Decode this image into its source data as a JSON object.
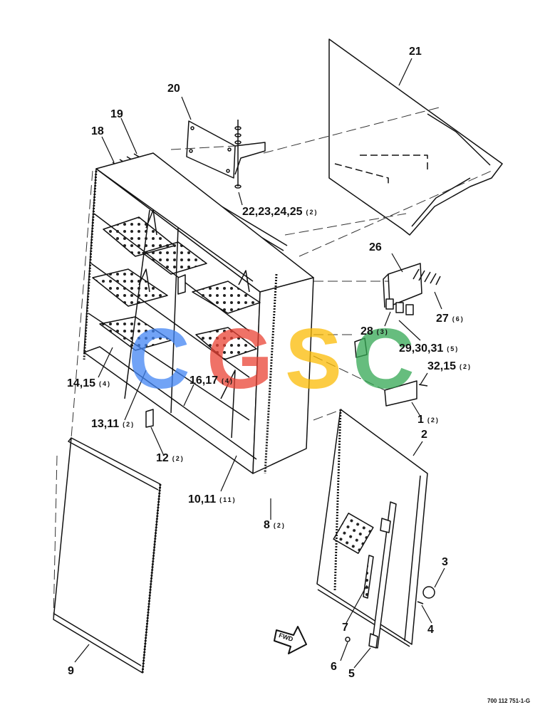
{
  "labels": {
    "l21": {
      "num": "21",
      "qty": ""
    },
    "l20": {
      "num": "20",
      "qty": ""
    },
    "l19": {
      "num": "19",
      "qty": ""
    },
    "l18": {
      "num": "18",
      "qty": ""
    },
    "l22": {
      "num": "22,23,24,25",
      "qty": "(2)"
    },
    "l26": {
      "num": "26",
      "qty": ""
    },
    "l27": {
      "num": "27",
      "qty": "(6)"
    },
    "l28": {
      "num": "28",
      "qty": "(3)"
    },
    "l29": {
      "num": "29,30,31",
      "qty": "(5)"
    },
    "l32": {
      "num": "32,15",
      "qty": "(2)"
    },
    "l14": {
      "num": "14,15",
      "qty": "(4)"
    },
    "l16": {
      "num": "16,17",
      "qty": "(4)"
    },
    "l13": {
      "num": "13,11",
      "qty": "(2)"
    },
    "l1": {
      "num": "1",
      "qty": "(2)"
    },
    "l2": {
      "num": "2",
      "qty": ""
    },
    "l12": {
      "num": "12",
      "qty": "(2)"
    },
    "l10": {
      "num": "10,11",
      "qty": "(11)"
    },
    "l8": {
      "num": "8",
      "qty": "(2)"
    },
    "l3": {
      "num": "3",
      "qty": ""
    },
    "l4": {
      "num": "4",
      "qty": ""
    },
    "l7": {
      "num": "7",
      "qty": ""
    },
    "l9": {
      "num": "9",
      "qty": ""
    },
    "l6": {
      "num": "6",
      "qty": ""
    },
    "l5": {
      "num": "5",
      "qty": ""
    }
  },
  "fwd_label": "FWD",
  "figure_number": "700 112 751-1-G",
  "watermark": {
    "letters": [
      "C",
      "G",
      "S",
      "C"
    ],
    "colors": [
      "#4285F4",
      "#EA4335",
      "#FBBC05",
      "#34A853"
    ]
  }
}
